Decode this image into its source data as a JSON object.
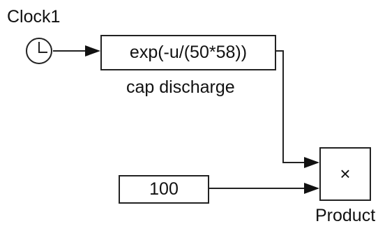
{
  "diagram": {
    "clock": {
      "label": "Clock1",
      "icon": "clock-icon"
    },
    "fcn": {
      "expression": "exp(-u/(50*58))",
      "label": "cap discharge"
    },
    "constant": {
      "value": "100"
    },
    "product": {
      "symbol": "×",
      "label": "Product"
    }
  }
}
